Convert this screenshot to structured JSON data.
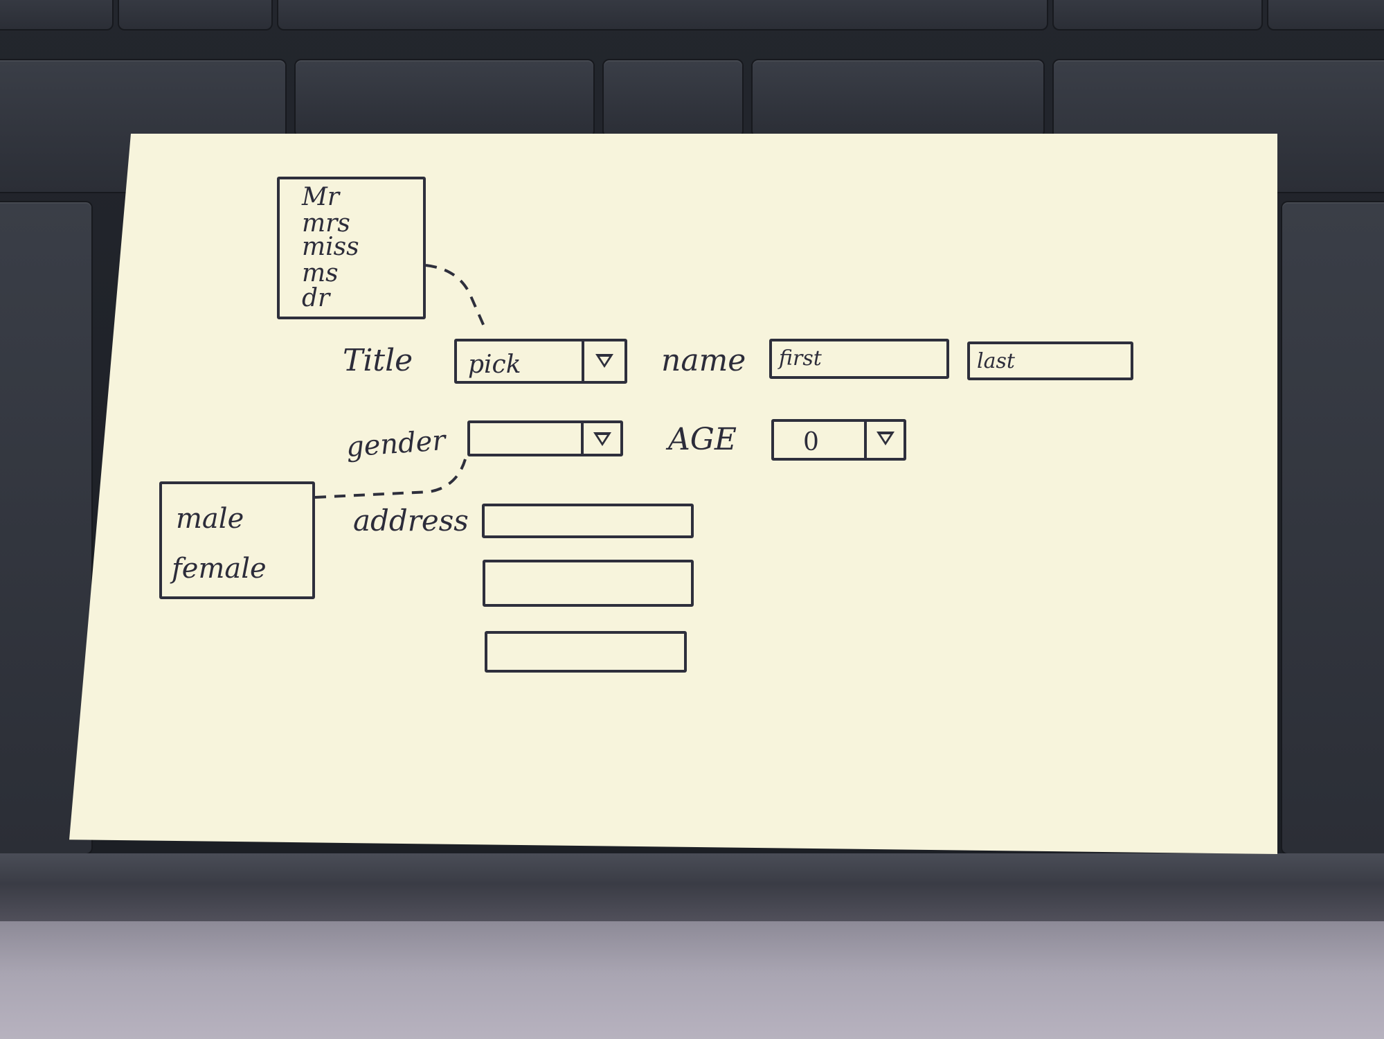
{
  "title_options": [
    "Mr",
    "mrs",
    "miss",
    "ms",
    "dr"
  ],
  "title_label": "Title",
  "title_select_value": "pick",
  "name_label": "name",
  "first_placeholder": "first",
  "last_placeholder": "last",
  "gender_label": "gender",
  "gender_select_value": "",
  "gender_options": [
    "male",
    "female"
  ],
  "age_label": "AGE",
  "age_select_value": "0",
  "address_label": "address",
  "colors": {
    "card": "#f7f4dc",
    "ink": "#2c2c3a",
    "keyboard": "#23262d",
    "desk": "#a9a5b2"
  },
  "icons": [
    "dropdown-arrow-icon"
  ]
}
